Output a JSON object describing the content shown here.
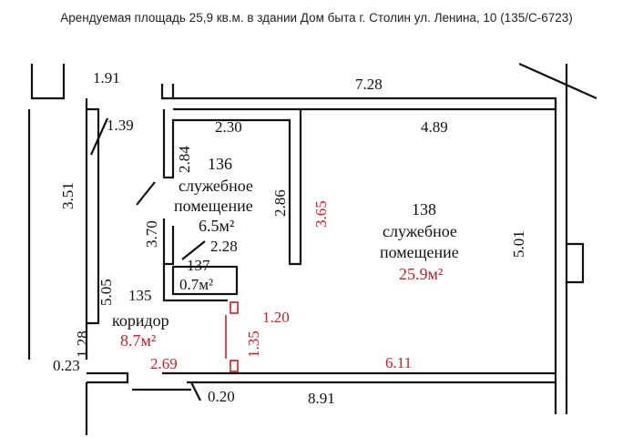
{
  "caption": "Арендуемая площадь 25,9 кв.м. в здании Дом быта г. Столин ул. Ленина, 10 (135/С-6723)",
  "rooms": {
    "r136": {
      "number": "136",
      "name1": "служебное",
      "name2": "помещение",
      "area": "6.5м²"
    },
    "r137": {
      "number": "137",
      "area": "0.7м²"
    },
    "r138": {
      "number": "138",
      "name1": "служебное",
      "name2": "помещение",
      "area": "25.9м²"
    },
    "r135": {
      "number": "135",
      "name": "коридор",
      "area": "8.7м²"
    }
  },
  "dims": {
    "d191": "1.91",
    "d728": "7.28",
    "d139": "1.39",
    "d230": "2.30",
    "d489": "4.89",
    "d284": "2.84",
    "d351": "3.51",
    "d286": "2.86",
    "d365": "3.65",
    "d370": "3.70",
    "d228": "2.28",
    "d501": "5.01",
    "d505": "5.05",
    "d120": "1.20",
    "d135": "1.35",
    "d128": "1.28",
    "d023": "0.23",
    "d269": "2.69",
    "d611": "6.11",
    "d020": "0.20",
    "d891": "8.91"
  },
  "colors": {
    "highlight": "#c8202a",
    "ink": "#111111"
  }
}
